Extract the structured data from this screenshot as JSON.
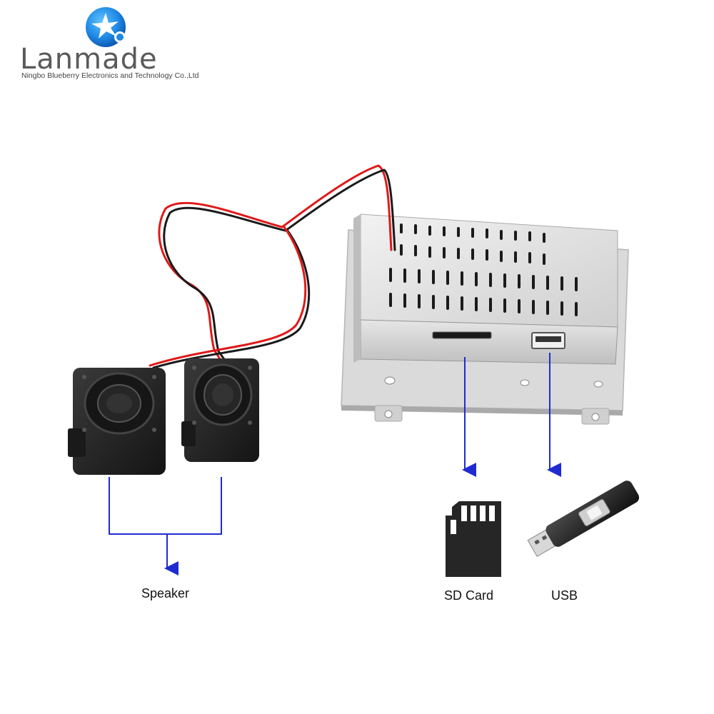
{
  "brand": {
    "name": "Lanmade",
    "company": "Ningbo Blueberry Electronics and Technology Co.,Ltd",
    "logo_icon": "star-burst-logo-icon",
    "color_blue": "#1e88e5",
    "color_text": "#5a5a5a"
  },
  "labels": {
    "speaker": "Speaker",
    "sd_card": "SD Card",
    "usb": "USB"
  },
  "colors": {
    "arrow": "#1f2bd1",
    "wire_red": "#e01919",
    "wire_black": "#1a1a1a",
    "metal": "#d9d9d9",
    "speaker_body": "#222222"
  }
}
